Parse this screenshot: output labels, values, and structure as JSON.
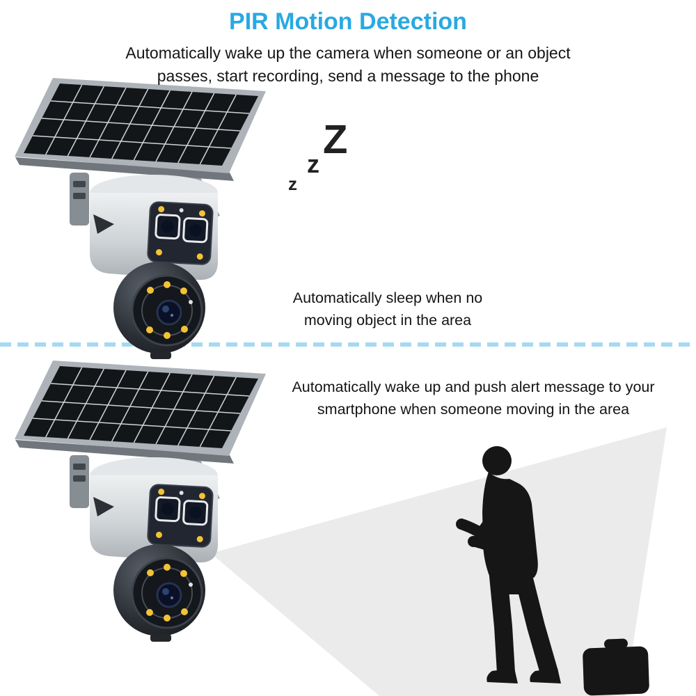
{
  "header": {
    "title": "PIR Motion Detection",
    "subtitle": "Automatically wake up the camera when someone or an object passes, start recording, send a message to the phone"
  },
  "sleep_section": {
    "zzz": [
      "Z",
      "z",
      "z"
    ],
    "caption": "Automatically sleep when no moving object in the area"
  },
  "alert_section": {
    "caption": "Automatically wake up and push alert message to your smartphone when someone moving in the area"
  },
  "icons": {
    "camera": "solar-ptz-security-camera",
    "divider": "dashed-divider",
    "beam": "detection-light-beam",
    "person": "person-silhouette",
    "sleep": "zzz-sleep-symbols"
  },
  "colors": {
    "title_blue": "#29a9e2",
    "divider_blue": "#a5d9f2",
    "beam_gray": "#ebebeb",
    "silhouette_black": "#161616",
    "led_yellow": "#f2c335"
  }
}
